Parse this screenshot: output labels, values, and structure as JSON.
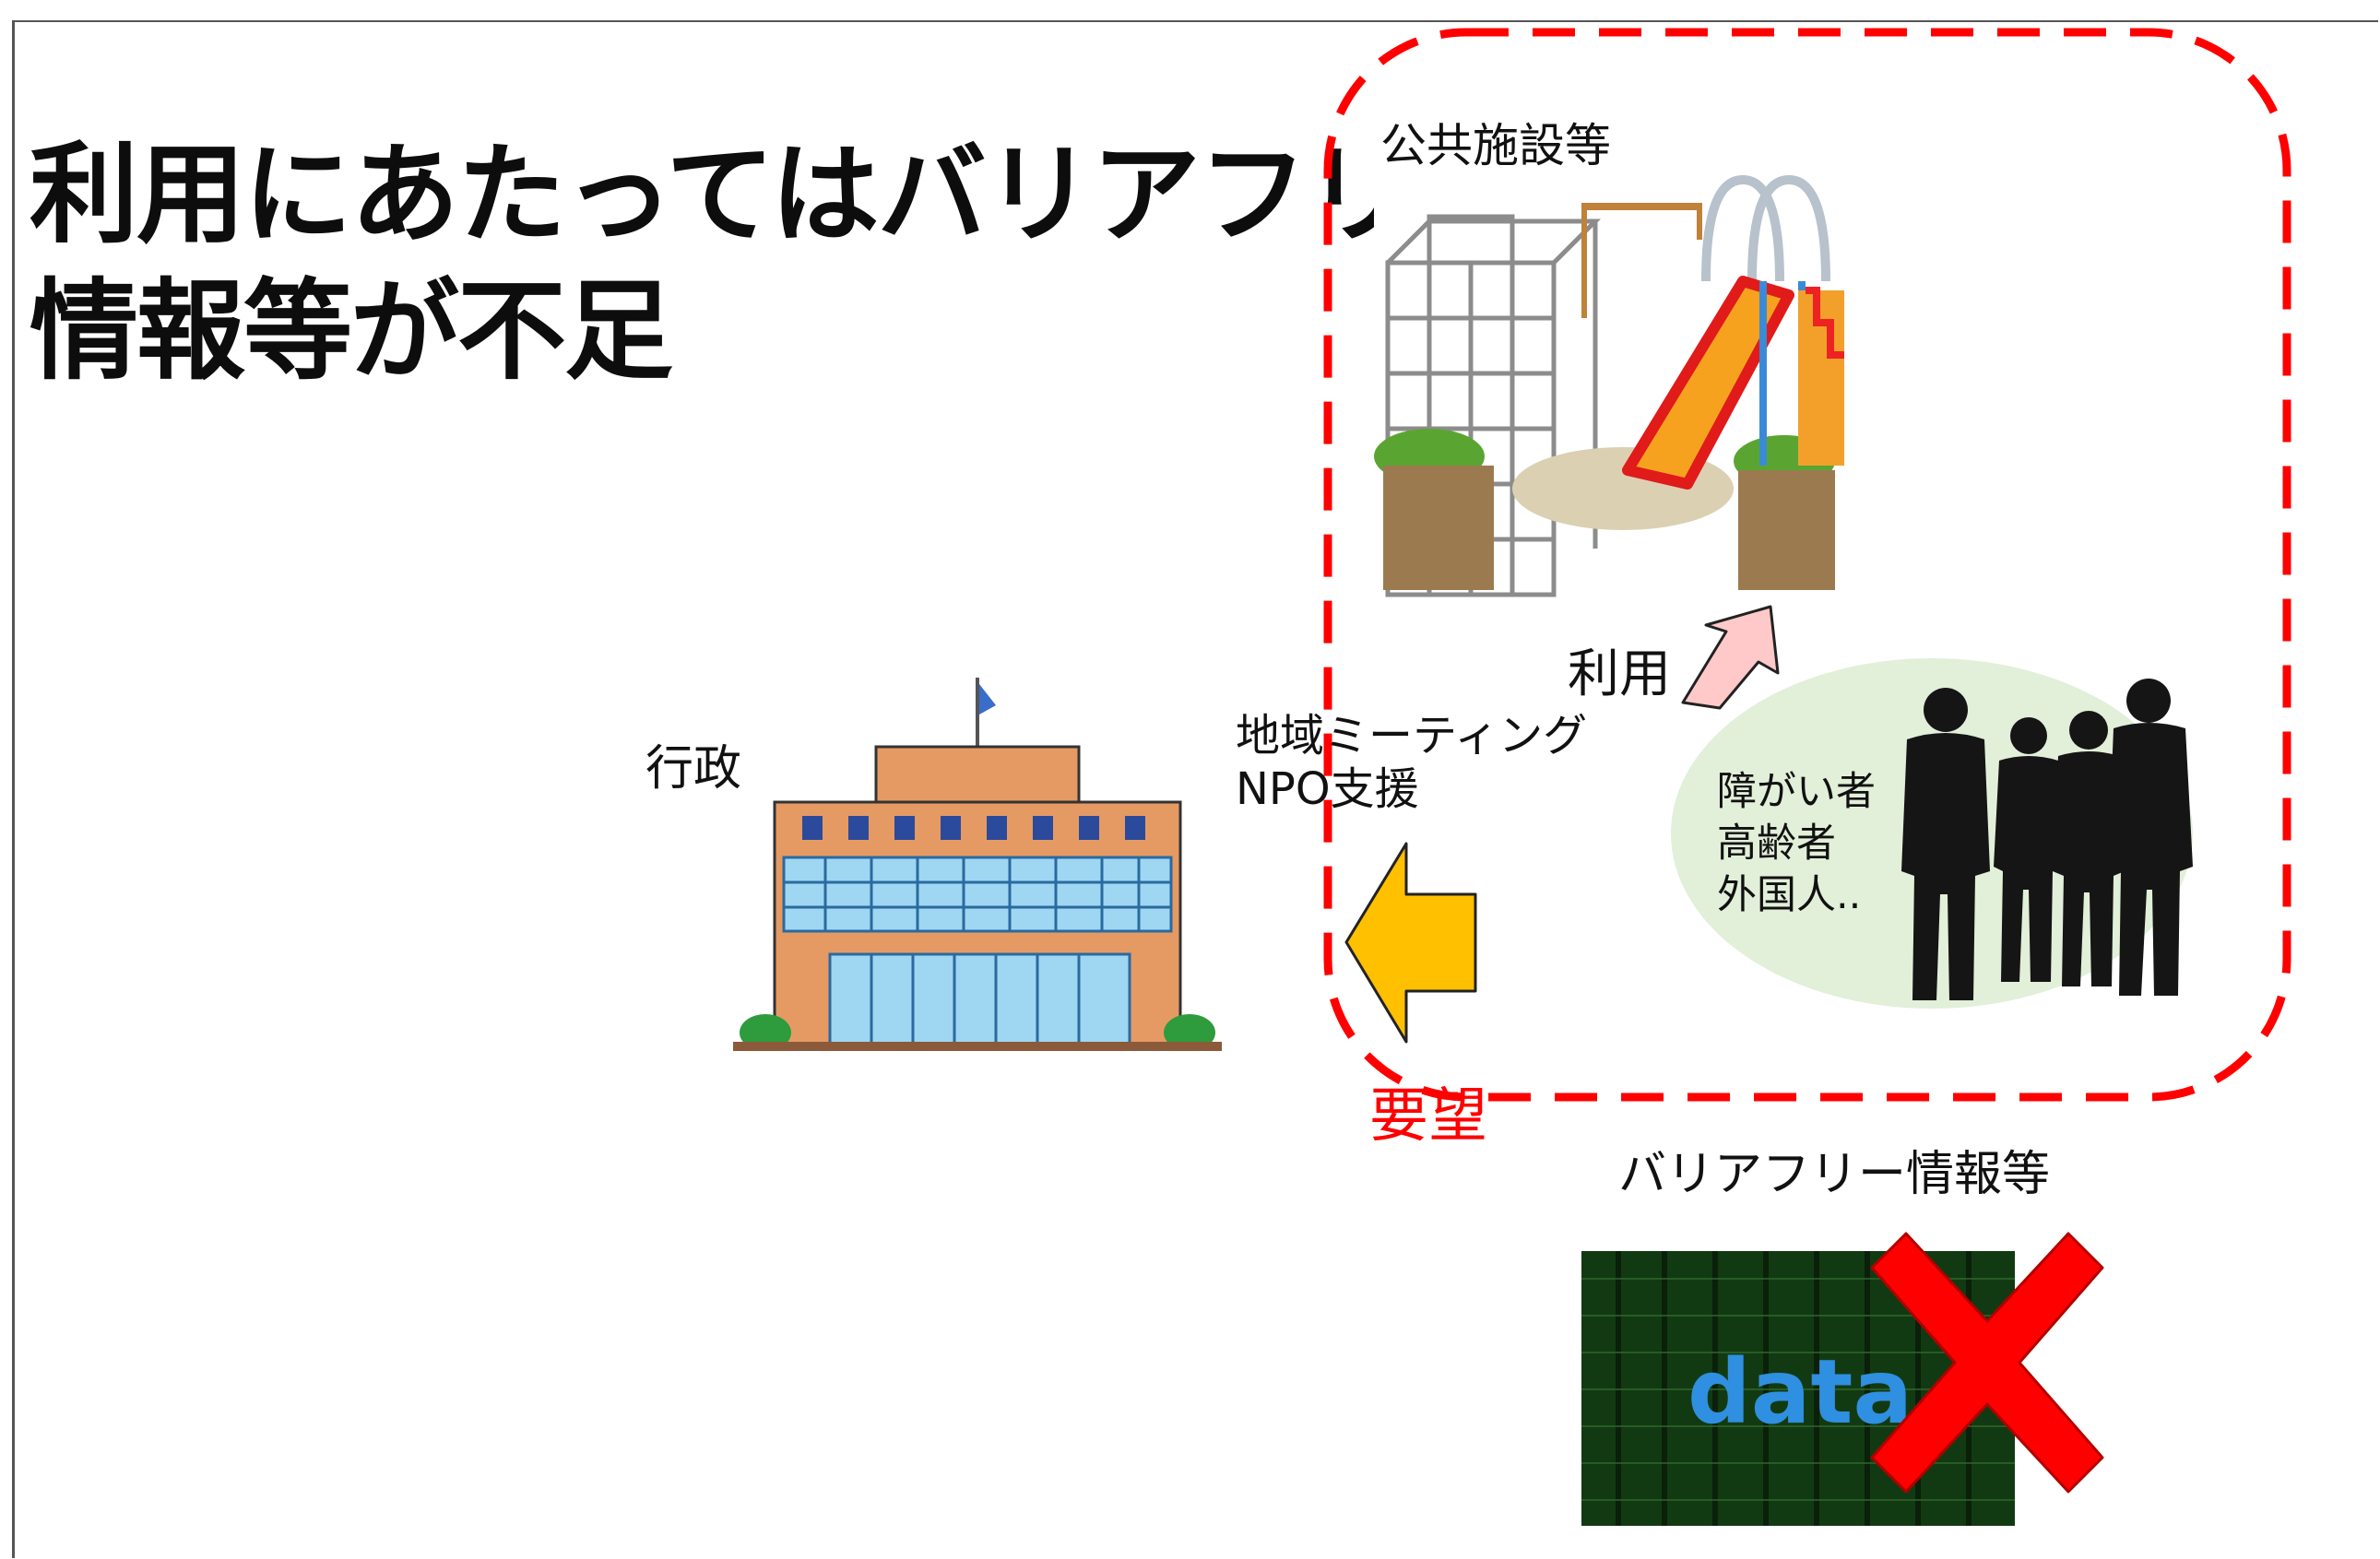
{
  "title": {
    "line1": "利用にあたってはバリアフリー",
    "line2": "情報等が不足"
  },
  "labels": {
    "public_facilities": "公共施設等",
    "usage": "利用",
    "government": "行政",
    "meeting_line1": "地域ミーティング",
    "meeting_line2": "NPO支援",
    "request": "要望",
    "barrier_free_info": "バリアフリー情報等",
    "data_word": "data"
  },
  "user_groups": [
    "障がい者",
    "高齢者",
    "外国人.."
  ],
  "colors": {
    "title": "#0d0d0d",
    "dashed_boundary": "#ff0000",
    "request_text": "#ff0000",
    "usage_arrow": "#ffc9c9",
    "request_arrow": "#ffc000",
    "users_ellipse": "#e2efd9",
    "data_bg": "#123a12",
    "data_text": "#2f8fe0",
    "cross": "#ff0000"
  },
  "icons": [
    "playground-icon",
    "city-hall-icon",
    "people-silhouette-icon",
    "cross-icon",
    "arrow-icon"
  ]
}
